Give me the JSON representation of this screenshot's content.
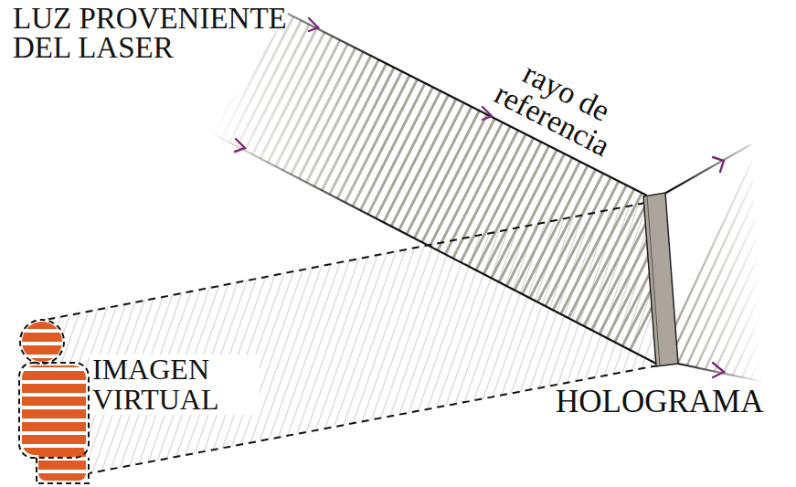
{
  "diagram": {
    "labels": [
      "LUZ PROVENIENTE DEL LASER",
      "rayo de referencia",
      "IMAGEN VIRTUAL",
      "HOLOGRAMA"
    ]
  }
}
